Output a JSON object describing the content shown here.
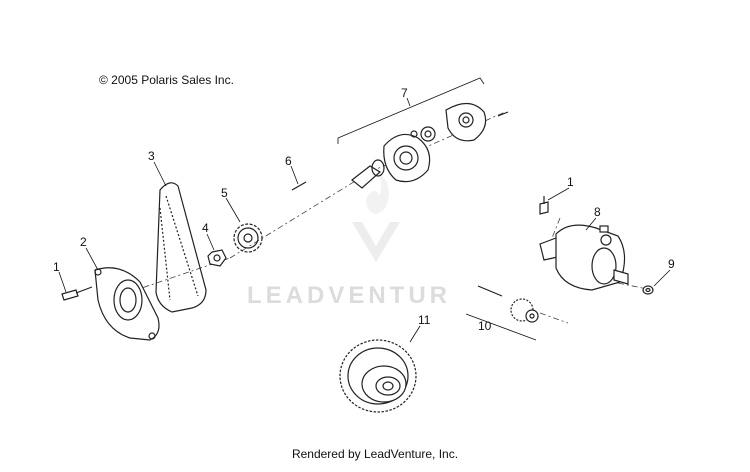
{
  "copyright": "© 2005 Polaris Sales Inc.",
  "watermark": {
    "text": "LEADVENTUR"
  },
  "footer": "Rendered by LeadVenture, Inc.",
  "callouts": {
    "c1a": "1",
    "c1b": "1",
    "c2": "2",
    "c3": "3",
    "c4": "4",
    "c5": "5",
    "c6": "6",
    "c7": "7",
    "c8": "8",
    "c9": "9",
    "c10": "10",
    "c11": "11"
  }
}
